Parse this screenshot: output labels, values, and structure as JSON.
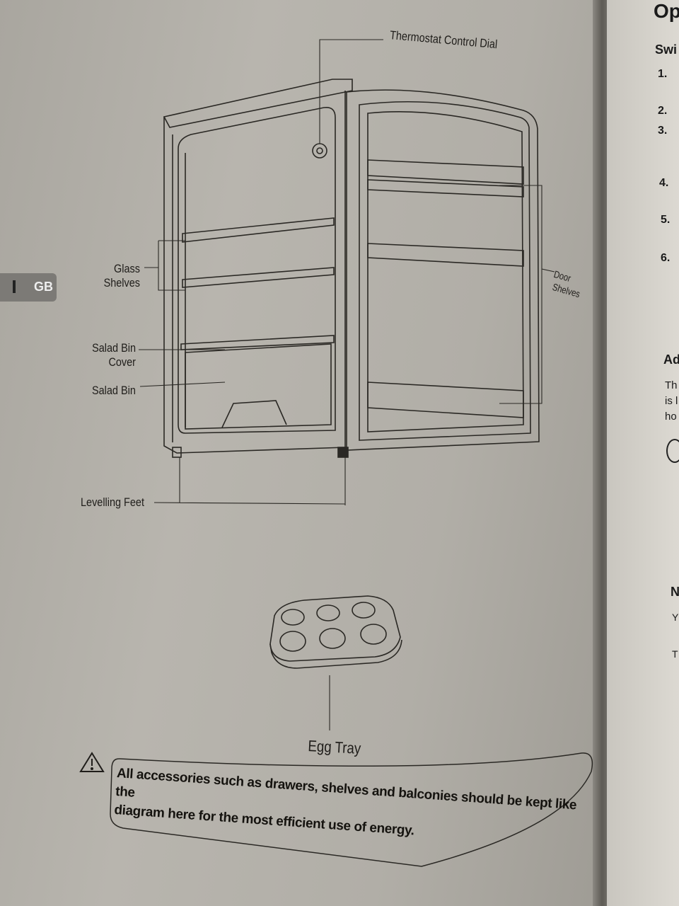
{
  "side_tab": {
    "label": "GB"
  },
  "labels": {
    "thermostat": "Thermostat Control Dial",
    "glass_line1": "Glass",
    "glass_line2": "Shelves",
    "door_line1": "Door",
    "door_line2": "Shelves",
    "salad_cover_line1": "Salad Bin",
    "salad_cover_line2": "Cover",
    "salad_bin": "Salad Bin",
    "levelling_feet": "Levelling Feet",
    "egg_tray": "Egg Tray"
  },
  "notice": {
    "line1": "All accessories such as drawers, shelves and balconies should be kept like the",
    "line2": "diagram here for the most efficient use of energy."
  },
  "right_page": {
    "heading": "Op",
    "subheading": "Swi",
    "steps": [
      "1.",
      "2.",
      "3.",
      "4.",
      "5.",
      "6."
    ],
    "section_heading": "Ad",
    "para_line1": "Th",
    "para_line2": "is l",
    "para_line3": "ho",
    "heading2": "N",
    "line_y": "Y",
    "line_t": "T"
  }
}
